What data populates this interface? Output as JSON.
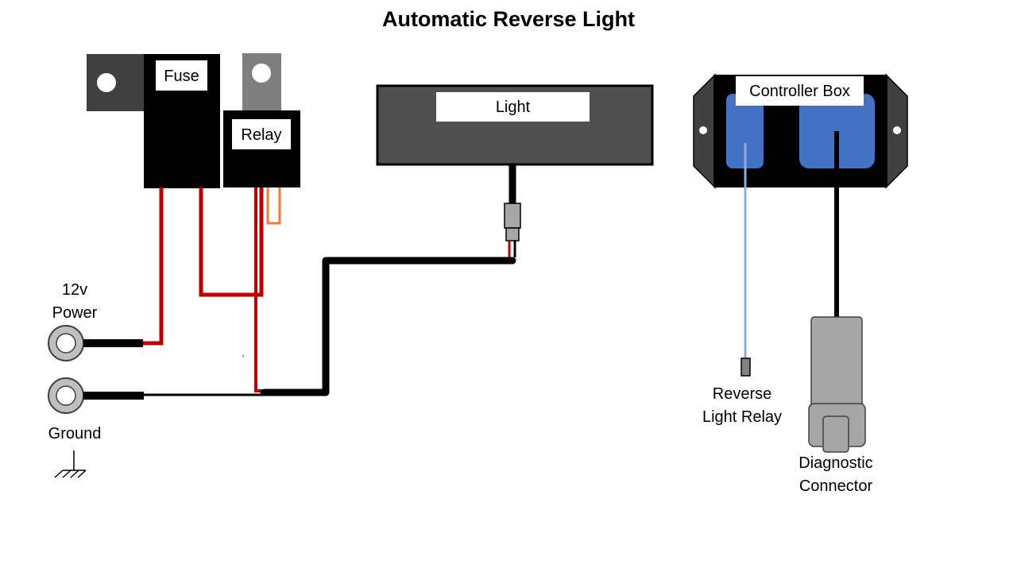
{
  "title": "Automatic Reverse Light",
  "components": {
    "fuse": "Fuse",
    "relay": "Relay",
    "light": "Light",
    "controller_box": "Controller Box"
  },
  "terminals": {
    "power_line1": "12v",
    "power_line2": "Power",
    "ground": "Ground"
  },
  "outputs": {
    "reverse_line1": "Reverse",
    "reverse_line2": "Light Relay",
    "diag_line1": "Diagnostic",
    "diag_line2": "Connector"
  },
  "colors": {
    "wire_red": "#c00000",
    "wire_black": "#000000",
    "wire_orange": "#ed7d31",
    "wire_blue": "#8faadc",
    "controller_blue": "#4472c4",
    "light_body": "#505050",
    "bracket": "#404040",
    "connector_gray": "#a6a6a6"
  }
}
